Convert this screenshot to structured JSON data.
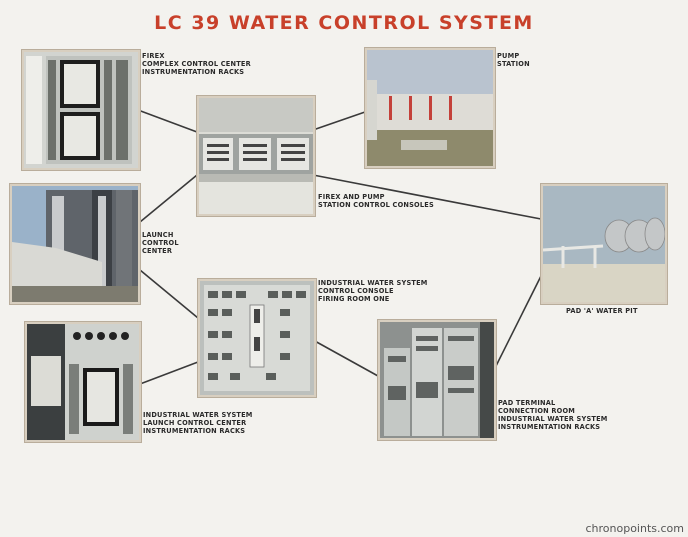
{
  "title": "LC 39 WATER CONTROL SYSTEM",
  "nodes": {
    "firex_racks": {
      "label": "FIREX\nCOMPLEX CONTROL CENTER\nINSTRUMENTATION RACKS"
    },
    "pump_station": {
      "label": "PUMP\nSTATION"
    },
    "firex_consoles": {
      "label": "FIREX AND PUMP\nSTATION CONTROL CONSOLES"
    },
    "launch_control": {
      "label": "LAUNCH\nCONTROL\nCENTER"
    },
    "pad_water_pit": {
      "label": "PAD 'A' WATER PIT"
    },
    "iws_console": {
      "label": "INDUSTRIAL WATER SYSTEM\nCONTROL CONSOLE\nFIRING ROOM ONE"
    },
    "iws_lcc_racks": {
      "label": "INDUSTRIAL WATER SYSTEM\nLAUNCH CONTROL CENTER\nINSTRUMENTATION RACKS"
    },
    "pad_terminal": {
      "label": "PAD TERMINAL\nCONNECTION ROOM\nINDUSTRIAL WATER SYSTEM\nINSTRUMENTATION RACKS"
    }
  },
  "watermark": "chronopoints.com"
}
